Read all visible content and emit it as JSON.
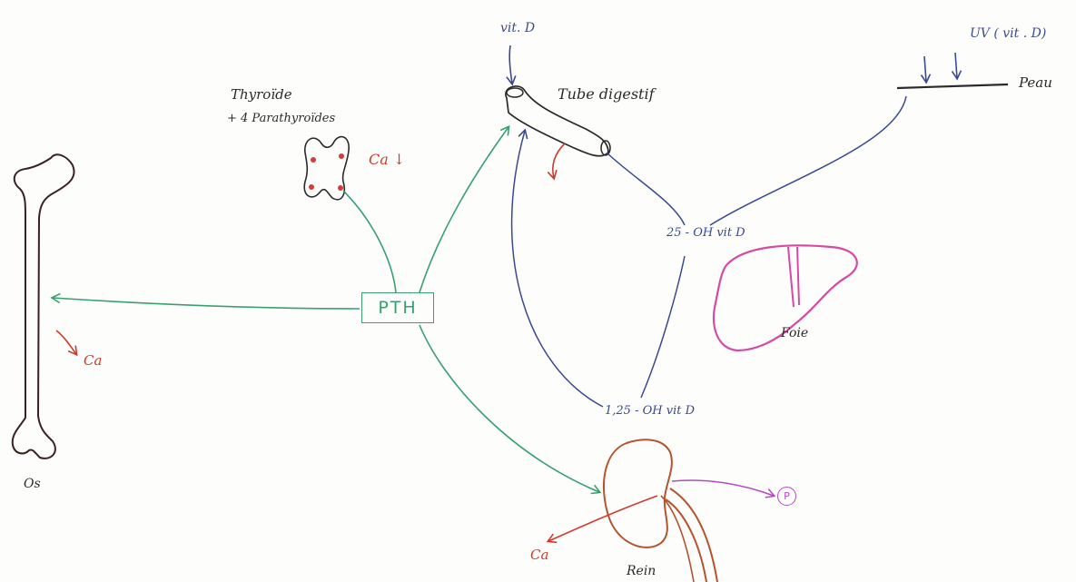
{
  "labels": {
    "thyroid": "Thyroïde",
    "parathyroids": "+ 4 Parathyroïdes",
    "ca_thyroid": "Ca ↓",
    "vit_d_top": "vit. D",
    "tube_digestif": "Tube digestif",
    "uv": "UV ( vit . D)",
    "peau": "Peau",
    "pth": "PTH",
    "ca_bone": "Ca",
    "os": "Os",
    "vit_d_25": "25 - OH vit D",
    "foie": "Foie",
    "vit_d_125": "1,25 - OH vit D",
    "ca_kidney": "Ca",
    "phosphate": "P",
    "rein": "Rein"
  },
  "colors": {
    "pth_arrows": "#38a070",
    "vitamin_d_path": "#3a4a8e",
    "calcium": "#cf3b2e",
    "liver": "#d64aa3",
    "kidney": "#b6532f",
    "phosphate": "#b04ec0",
    "outline": "#2a2a2a"
  }
}
